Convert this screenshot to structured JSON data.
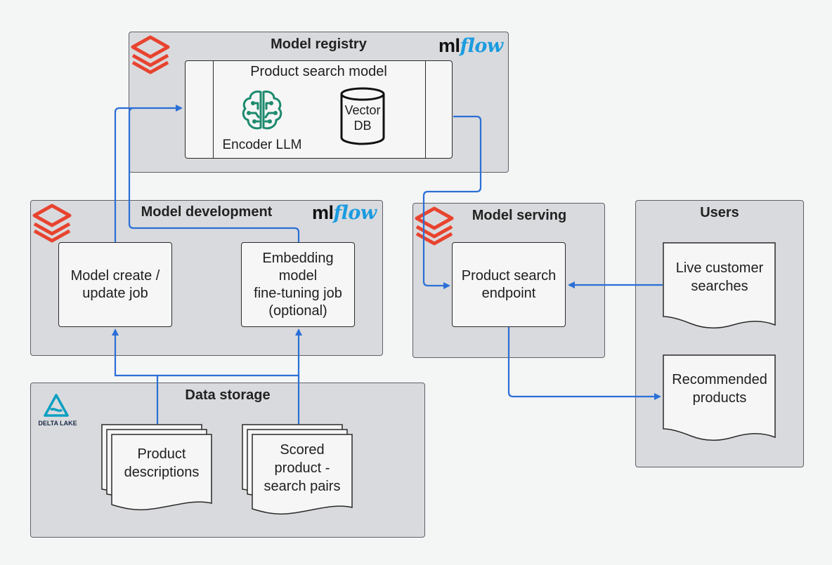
{
  "registry": {
    "title": "Model registry",
    "model_title": "Product search model",
    "encoder_label": "Encoder LLM",
    "vector_db_label": "Vector\nDB"
  },
  "development": {
    "title": "Model development",
    "create_job": "Model create /\nupdate job",
    "finetune_job": "Embedding\nmodel\nfine-tuning job\n(optional)"
  },
  "serving": {
    "title": "Model serving",
    "endpoint": "Product search\nendpoint"
  },
  "users": {
    "title": "Users",
    "searches": "Live customer\nsearches",
    "recommended": "Recommended\nproducts"
  },
  "storage": {
    "title": "Data storage",
    "logo_text": "DELTA LAKE",
    "descriptions": "Product\ndescriptions",
    "pairs": "Scored\nproduct -\nsearch pairs"
  },
  "mlflow": {
    "ml": "ml",
    "flow": "flow"
  },
  "colors": {
    "arrow": "#2a6fd6",
    "databricks_red": "#e8432f",
    "panel": "#d9dadd"
  }
}
